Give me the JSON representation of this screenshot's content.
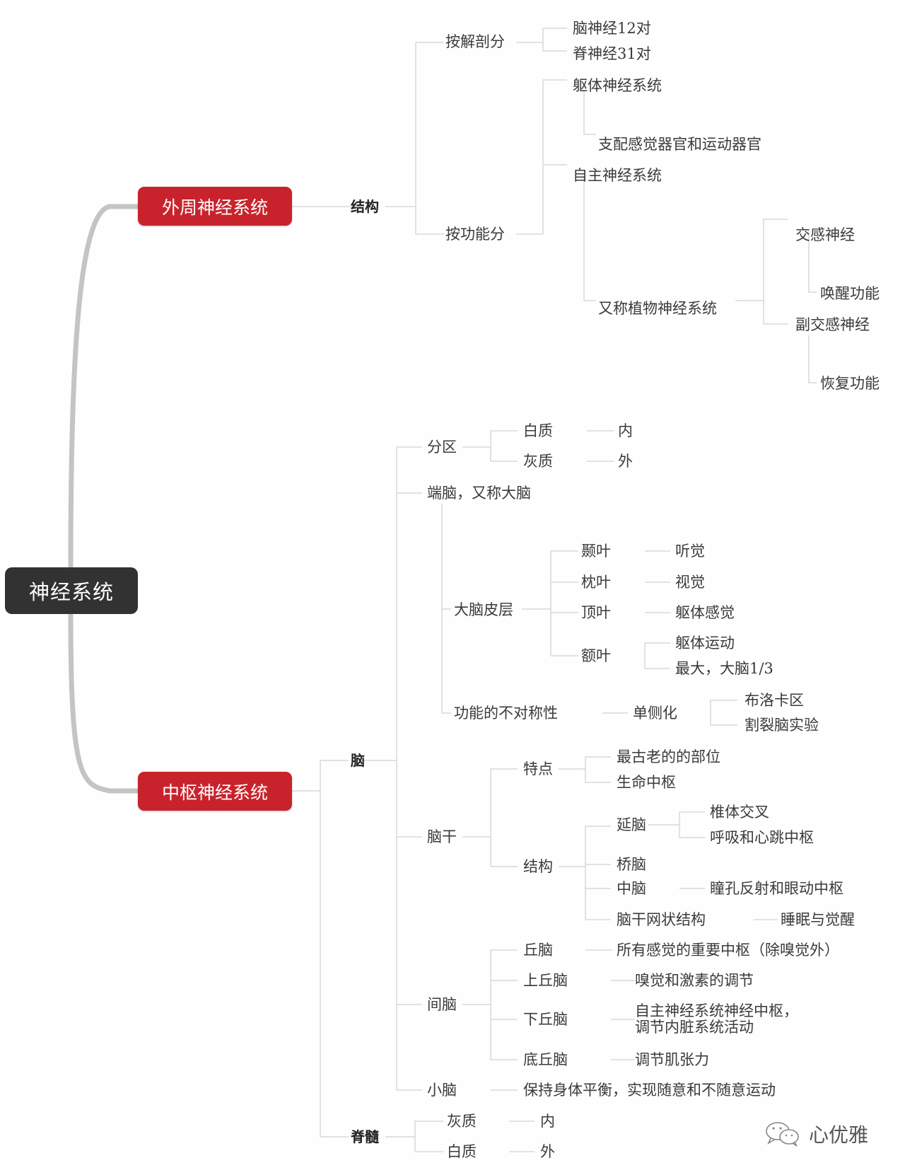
{
  "root": {
    "label": "神经系统"
  },
  "peripheral": {
    "label": "外周神经系统",
    "structure": {
      "label": "结构",
      "by_anatomy": {
        "label": "按解剖分",
        "children": [
          "脑神经12对",
          "脊神经31对"
        ]
      },
      "by_function": {
        "label": "按功能分",
        "somatic": {
          "label": "躯体神经系统",
          "note": "支配感觉器官和运动器官"
        },
        "autonomic": {
          "label": "自主神经系统",
          "note": "又称植物神经系统",
          "sympathetic": {
            "label": "交感神经",
            "note": "唤醒功能"
          },
          "parasympathetic": {
            "label": "副交感神经",
            "note": "恢复功能"
          }
        }
      }
    }
  },
  "central": {
    "label": "中枢神经系统",
    "brain": {
      "label": "脑",
      "zones": {
        "label": "分区",
        "white": {
          "label": "白质",
          "value": "内"
        },
        "gray": {
          "label": "灰质",
          "value": "外"
        }
      },
      "telencephalon": {
        "label": "端脑，又称大脑",
        "cortex": {
          "label": "大脑皮层",
          "lobes": [
            {
              "label": "颞叶",
              "values": [
                "听觉"
              ]
            },
            {
              "label": "枕叶",
              "values": [
                "视觉"
              ]
            },
            {
              "label": "顶叶",
              "values": [
                "躯体感觉"
              ]
            },
            {
              "label": "额叶",
              "values": [
                "躯体运动",
                "最大，大脑1/3"
              ]
            }
          ]
        },
        "asymmetry": {
          "label": "功能的不对称性",
          "lateralization": {
            "label": "单侧化",
            "children": [
              "布洛卡区",
              "割裂脑实验"
            ]
          }
        }
      },
      "brainstem": {
        "label": "脑干",
        "features": {
          "label": "特点",
          "children": [
            "最古老的的部位",
            "生命中枢"
          ]
        },
        "structure": {
          "label": "结构",
          "medulla": {
            "label": "延脑",
            "children": [
              "椎体交叉",
              "呼吸和心跳中枢"
            ]
          },
          "pons": {
            "label": "桥脑"
          },
          "midbrain": {
            "label": "中脑",
            "note": "瞳孔反射和眼动中枢"
          },
          "reticular": {
            "label": "脑干网状结构",
            "note": "睡眠与觉醒"
          }
        }
      },
      "diencephalon": {
        "label": "间脑",
        "thalamus": {
          "label": "丘脑",
          "note": "所有感觉的重要中枢（除嗅觉外）"
        },
        "epithalamus": {
          "label": "上丘脑",
          "note": "嗅觉和激素的调节"
        },
        "hypothalamus": {
          "label": "下丘脑",
          "note": "自主神经系统神经中枢，\n调节内脏系统活动"
        },
        "subthalamus": {
          "label": "底丘脑",
          "note": "调节肌张力"
        }
      },
      "cerebellum": {
        "label": "小脑",
        "note": "保持身体平衡，实现随意和不随意运动"
      }
    },
    "spinal": {
      "label": "脊髓",
      "gray": {
        "label": "灰质",
        "value": "内"
      },
      "white": {
        "label": "白质",
        "value": "外"
      }
    }
  },
  "watermark": {
    "icon": "wechat-icon",
    "text": "心优雅"
  },
  "colors": {
    "root_bg": "#323232",
    "main_bg": "#c8232c",
    "line": "#cccccc",
    "trunk": "#c4c4c4"
  }
}
